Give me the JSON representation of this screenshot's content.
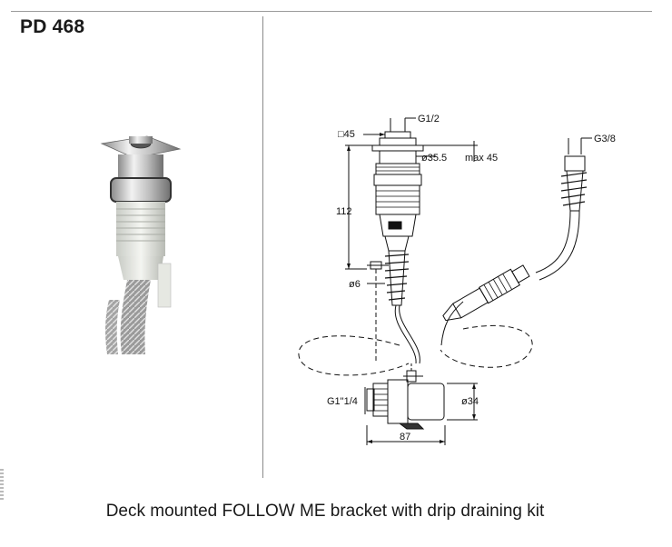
{
  "header": {
    "product_code": "PD 468"
  },
  "drawing": {
    "labels": {
      "square": "□45",
      "thread_top": "G1/2",
      "dia_flange": "ø35.5",
      "max_thickness": "max 45",
      "height": "112",
      "dia_hose": "ø6",
      "thread_hose": "G3/8",
      "thread_drain": "G1\"1/4",
      "dia_drain": "ø34",
      "length_drain": "87"
    }
  },
  "caption": {
    "text": "Deck mounted FOLLOW ME bracket with drip  draining kit"
  }
}
